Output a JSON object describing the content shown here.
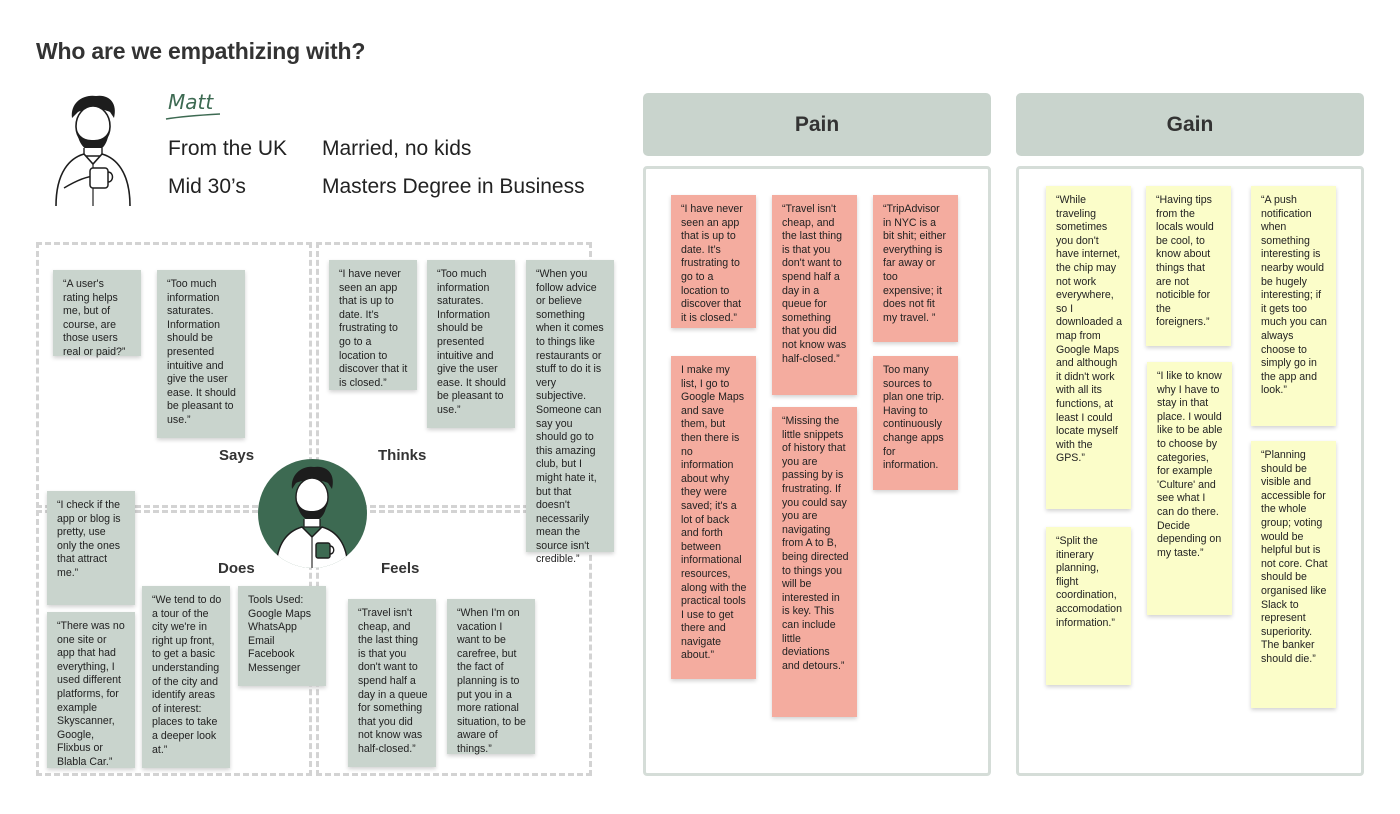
{
  "title": "Who are we empathizing with?",
  "persona": {
    "name": "Matt",
    "facts": [
      "From the UK",
      "Married, no kids",
      "Mid 30’s",
      "Masters Degree in Business"
    ]
  },
  "colors": {
    "grey_note": "#c9d4cd",
    "red_note": "#f4ac9f",
    "yellow_note": "#fbfdc9",
    "avatar_green": "#3d6a52"
  },
  "quadrants": {
    "says": {
      "label": "Says",
      "notes": [
        "“A user's rating helps me, but of course, are those users real or paid?”",
        "“Too much information saturates. Information should be presented intuitive and give the user ease. It should be pleasant to use.”"
      ]
    },
    "thinks": {
      "label": "Thinks",
      "notes": [
        "“I have never seen an app that is up to date. It’s frustrating to go to a location to discover that it is closed.”",
        "“Too much information saturates. Information should be presented intuitive and give the user ease. It should be pleasant to use.”",
        "“When you follow advice or believe something when it comes to things like restaurants or stuff to do it is very subjective. Someone can say you should go to this amazing club, but I might hate it, but that doesn't necessarily mean the source isn't credible.”"
      ]
    },
    "does": {
      "label": "Does",
      "notes": [
        "“I check if the app or blog is pretty, use only the ones that attract me.”",
        "“There was no one site or app that had everything, I used different platforms, for example Skyscanner, Google, Flixbus or Blabla Car.”",
        "“We tend to do a tour of the city we're in right up front, to get a basic understanding of the city and identify areas of interest: places to take a deeper look at.”",
        "Tools Used: Google Maps WhatsApp Email Facebook Messenger"
      ]
    },
    "feels": {
      "label": "Feels",
      "notes": [
        "“Travel isn't cheap, and the last thing is that you don't want to spend half a day in a queue for something that you did not know was half-closed.”",
        "“When I'm on vacation I want to be carefree, but the fact of planning is to put you in a more rational situation, to be aware of things.”"
      ]
    }
  },
  "pain": {
    "header": "Pain",
    "notes": [
      "“I have never seen an app that is up to date. It’s frustrating to go to a location to discover that it is closed.”",
      "I make my list, I go to Google Maps and save them, but then there is no information about why they were saved; it's a lot of back and forth between informational resources, along with the practical tools I use to get there and navigate about.”",
      "“Travel isn't cheap, and the last thing is that you don't want to spend half a day in a queue for something that you did not know was half-closed.”",
      "“Missing the little snippets of history that you are passing by is frustrating. If you could say you are navigating from A to B, being directed to things you will be interested in is key. This can include little deviations and detours.”",
      "“TripAdvisor in NYC is a bit shit; either everything is far away or too expensive; it does not fit my travel. ”",
      "Too many sources to plan one trip. Having to continuously change apps for information."
    ]
  },
  "gain": {
    "header": "Gain",
    "notes": [
      "“While traveling sometimes you don't have internet, the chip may not work everywhere, so I downloaded a map from Google Maps and although it didn't work with all its functions, at least I could locate myself with the GPS.”",
      "“Split the itinerary planning, flight coordination, accomodation information.”",
      "“Having tips from the locals would be cool, to know about things that are not noticible for the foreigners.”",
      "“I like to know why I have to stay in that place. I would like to be able to choose by categories, for example 'Culture' and see what I can do there. Decide depending on my taste.”",
      "“A push notification when something interesting is nearby would be hugely interesting; if it gets too much you can always choose to simply go in the app and look.”",
      "“Planning should be visible and accessible for the whole group; voting would be helpful but is not core. Chat should be organised like Slack to represent superiority. The banker should die.”"
    ]
  }
}
